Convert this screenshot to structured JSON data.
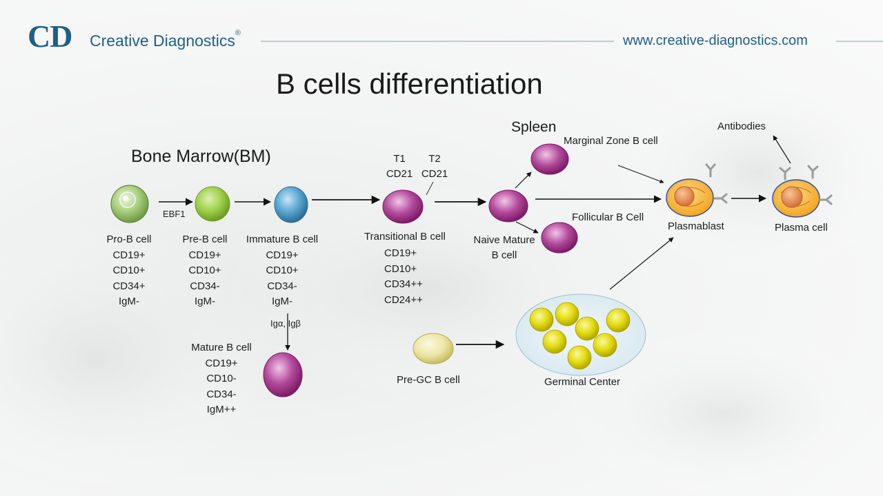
{
  "header": {
    "logo_mark": "CD",
    "company_name": "Creative Diagnostics",
    "registered": "®",
    "url": "www.creative-diagnostics.com"
  },
  "title": "B cells differentiation",
  "sections": {
    "bone_marrow": "Bone Marrow(BM)",
    "spleen": "Spleen"
  },
  "cells": {
    "pro_b": {
      "name": "Pro-B cell",
      "markers": [
        "CD19+",
        "CD10+",
        "CD34+",
        "IgM-"
      ]
    },
    "pre_b": {
      "name": "Pre-B cell",
      "markers": [
        "CD19+",
        "CD10+",
        "CD34-",
        "IgM-"
      ]
    },
    "immature_b": {
      "name": "Immature B cell",
      "markers": [
        "CD19+",
        "CD10+",
        "CD34-",
        "IgM-"
      ]
    },
    "mature_b": {
      "name": "Mature B cell",
      "markers": [
        "CD19+",
        "CD10-",
        "CD34-",
        "IgM++"
      ]
    },
    "transitional_b": {
      "name": "Transitional B cell",
      "markers": [
        "CD19+",
        "CD10+",
        "CD34++",
        "CD24++"
      ]
    },
    "naive_mature": {
      "name_line1": "Naive Mature",
      "name_line2": "B cell"
    },
    "marginal_zone": {
      "name": "Marginal Zone B cell"
    },
    "follicular": {
      "name": "Follicular B Cell"
    },
    "plasmablast": {
      "name": "Plasmablast"
    },
    "plasma_cell": {
      "name": "Plasma cell"
    },
    "antibodies": {
      "name": "Antibodies"
    },
    "pre_gc": {
      "name": "Pre-GC B cell"
    },
    "germinal_center": {
      "name": "Germinal Center"
    }
  },
  "labels": {
    "ebf1": "EBF1",
    "ig_alpha_beta": "Igα, Igβ",
    "t1": "T1",
    "t1_cd": "CD21",
    "t2": "T2",
    "t2_cd": "CD21"
  },
  "colors": {
    "brand": "#1f5f86",
    "pro_b": "#a8cf7c",
    "pre_b": "#9fd14a",
    "immature_b": "#5aa6d1",
    "b_purple": "#a8318f",
    "plasma_orange": "#f3a51d",
    "gc_yellow": "#e4dc10",
    "pre_gc": "#ede5a2"
  }
}
